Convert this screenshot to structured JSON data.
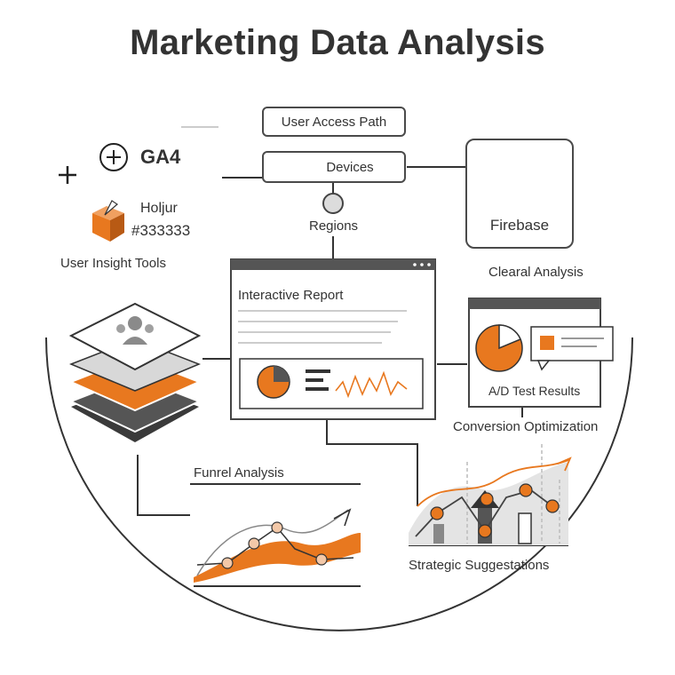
{
  "title": "Marketing Data Analysis",
  "nodes": {
    "user_access_path": "User Access Path",
    "devices": "Devices",
    "regions": "Regions",
    "firebase": "Firebase",
    "ga4": "GA4",
    "hotjar_name": "Holjur",
    "hotjar_code": "#333333",
    "user_insight_tools": "User Insight Tools",
    "interactive_report": "Interactive Report",
    "clearal_analysis": "Clearal Analysis",
    "ab_test_results": "A/D Test Results",
    "conversion_optimization": "Conversion Optimization",
    "funnel_analysis": "Funrel Analysis",
    "strategic_suggestions": "Strategic Suggestations"
  },
  "colors": {
    "accent": "#e8781f",
    "dark": "#4a4a4a",
    "light": "#e6e6e6"
  },
  "icons": [
    "plus-icon",
    "circle-plus-icon",
    "mail-icon",
    "firebase-logo-icon",
    "hotjar-logo-icon",
    "users-group-icon",
    "pie-chart-icon",
    "line-chart-icon",
    "arrow-up-icon"
  ]
}
